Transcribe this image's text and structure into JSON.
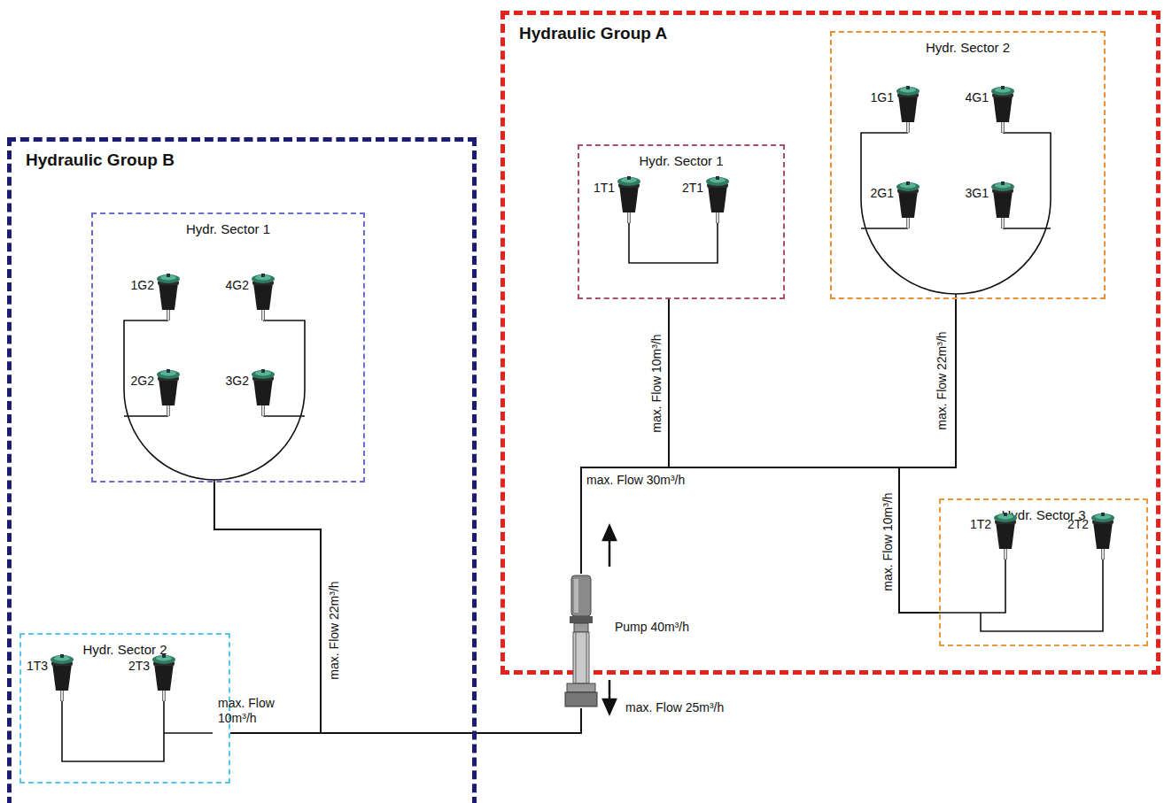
{
  "diagram": {
    "nodes": [
      {
        "text": [
          "Hydraulic Group A"
        ]
      },
      {
        "text": [
          "Hydr. Sector 1"
        ],
        "in": 0
      },
      {
        "text": [
          "1T1"
        ],
        "in": 1
      },
      {
        "text": [
          "2T1"
        ],
        "in": 1
      },
      {
        "text": [
          "Hydr. Sector 2"
        ],
        "in": 0
      },
      {
        "text": [
          "1G1"
        ],
        "in": 4
      },
      {
        "text": [
          "4G1"
        ],
        "in": 4
      },
      {
        "text": [
          "2G1"
        ],
        "in": 4
      },
      {
        "text": [
          "3G1"
        ],
        "in": 4
      },
      {
        "text": [
          "Hydr. Sector 3"
        ],
        "in": 0
      },
      {
        "text": [
          "1T2"
        ],
        "in": 9
      },
      {
        "text": [
          "2T2"
        ],
        "in": 9
      },
      {
        "text": [
          "Hydraulic Group B"
        ]
      },
      {
        "text": [
          "Hydr. Sector 1"
        ],
        "in": 12
      },
      {
        "text": [
          "1G2"
        ],
        "in": 13
      },
      {
        "text": [
          "4G2"
        ],
        "in": 13
      },
      {
        "text": [
          "2G2"
        ],
        "in": 13
      },
      {
        "text": [
          "3G2"
        ],
        "in": 13
      },
      {
        "text": [
          "Hydr. Sector 2"
        ],
        "in": 12
      },
      {
        "text": [
          "1T3"
        ],
        "in": 18
      },
      {
        "text": [
          "2T3"
        ],
        "in": 18
      },
      {
        "text": [
          "Pump 40m³/h"
        ]
      }
    ],
    "edges": [
      {
        "from": 21,
        "to": 1,
        "arrow": "none",
        "label": "max. Flow 10m³/h"
      },
      {
        "from": 21,
        "to": 4,
        "arrow": "none",
        "label": "max. Flow 22m³/h"
      },
      {
        "from": 21,
        "to": 9,
        "arrow": "none",
        "label": "max. Flow 10m³/h"
      },
      {
        "from": 21,
        "to": 13,
        "arrow": "none",
        "label": "max. Flow 22m³/h"
      },
      {
        "from": 21,
        "to": 18,
        "arrow": "none",
        "label": "max. Flow 10m³/h"
      }
    ],
    "labels": [
      "max. Flow 30m³/h",
      "max. Flow 25m³/h"
    ]
  }
}
